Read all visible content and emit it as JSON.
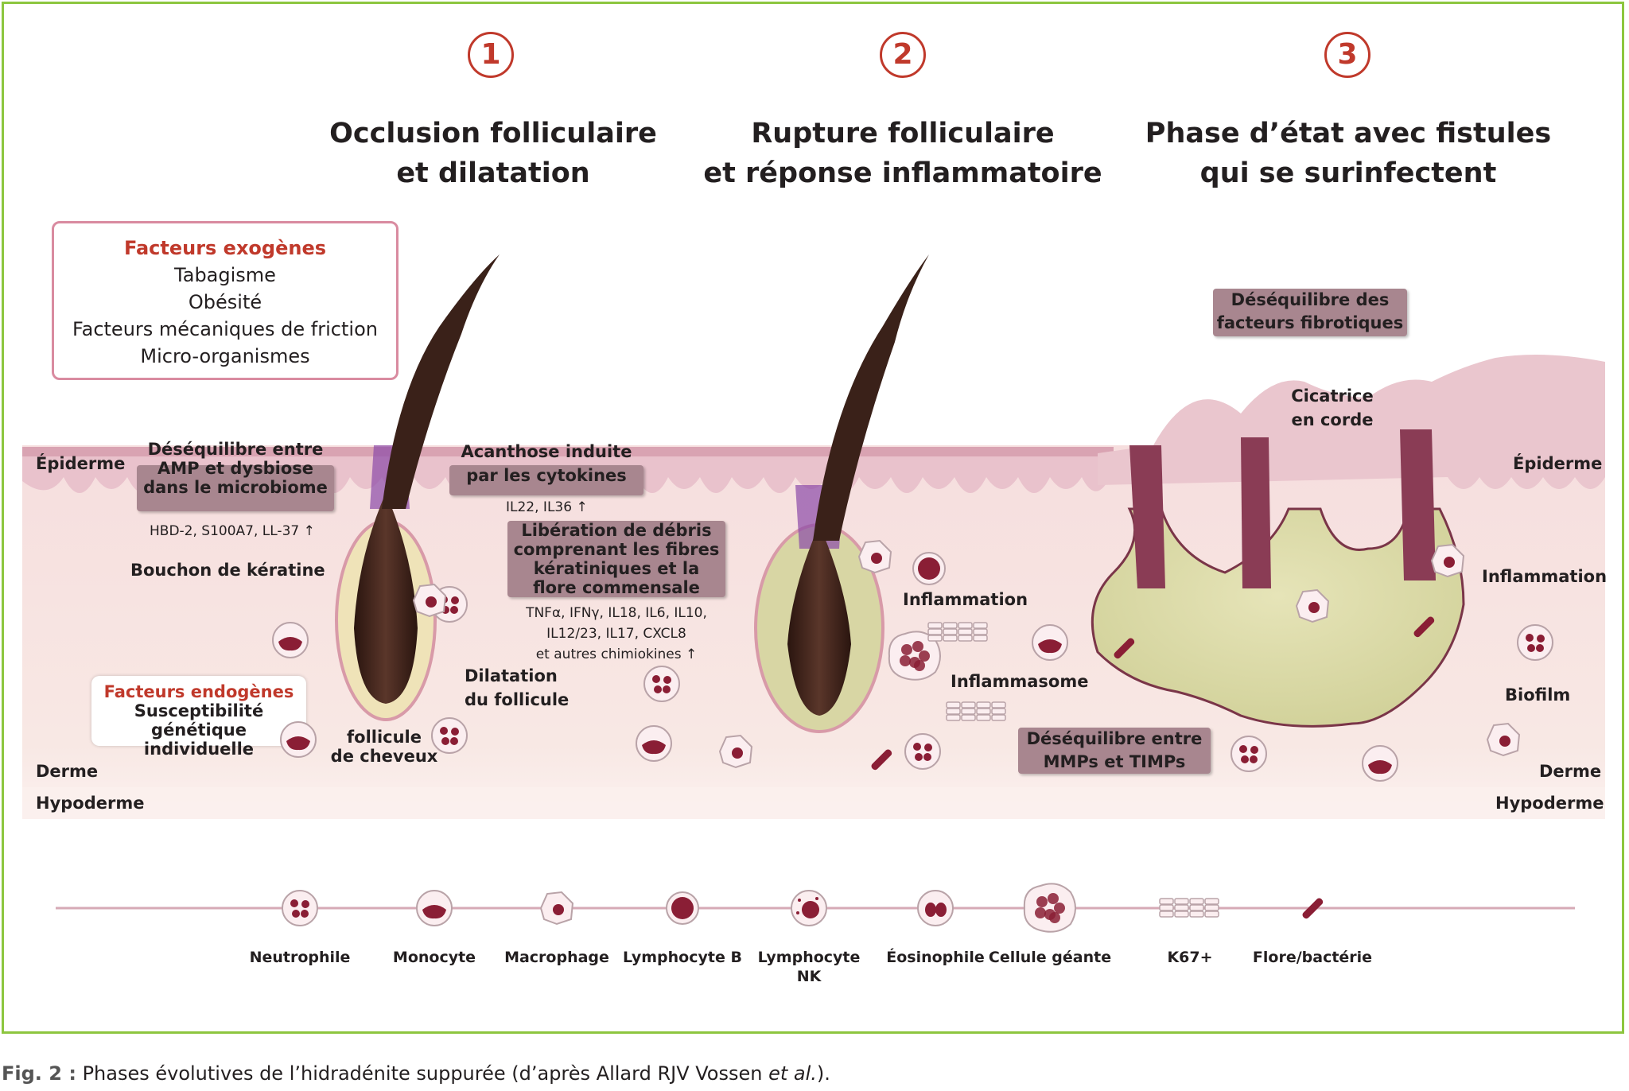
{
  "stages": [
    {
      "num": "1",
      "title_l1": "Occlusion folliculaire",
      "title_l2": "et dilatation"
    },
    {
      "num": "2",
      "title_l1": "Rupture folliculaire",
      "title_l2": "et réponse inflammatoire"
    },
    {
      "num": "3",
      "title_l1": "Phase d’état avec fistules",
      "title_l2": "qui se surinfectent"
    }
  ],
  "exogenous": {
    "heading": "Facteurs exogènes",
    "items": [
      "Tabagisme",
      "Obésité",
      "Facteurs mécaniques de friction",
      "Micro-organismes"
    ]
  },
  "endogenous": {
    "heading": "Facteurs endogènes",
    "line1": "Susceptibilité génétique",
    "line2": "individuelle"
  },
  "layers": {
    "epiderme_left": "Épiderme",
    "epiderme_right": "Épiderme",
    "derme_left": "Derme",
    "derme_right": "Derme",
    "hypoderme_left": "Hypoderme",
    "hypoderme_right": "Hypoderme"
  },
  "labels": {
    "amp_l1": "Déséquilibre entre",
    "amp_l2": "AMP et dysbiose",
    "amp_l3": "dans le microbiome",
    "hbd": "HBD-2, S100A7, LL-37 ↑",
    "bouchon": "Bouchon de kératine",
    "follicule_l1": "follicule",
    "follicule_l2": "de cheveux",
    "dilatation_l1": "Dilatation",
    "dilatation_l2": "du follicule",
    "acanthose_l1": "Acanthose induite",
    "acanthose_l2": "par les cytokines",
    "il22": "IL22, IL36 ↑",
    "liberation_l1": "Libération de débris",
    "liberation_l2": "comprenant les fibres",
    "liberation_l3": "kératiniques et la",
    "liberation_l4": "flore commensale",
    "tnf_l1": "TNFα, IFNγ, IL18, IL6, IL10,",
    "tnf_l2": "IL12/23, IL17, CXCL8",
    "tnf_l3": "et autres chimiokines ↑",
    "inflammation_mid": "Inflammation",
    "inflammasome": "Inflammasome",
    "mmp_l1": "Déséquilibre entre",
    "mmp_l2": "MMPs et TIMPs",
    "fibro_l1": "Déséquilibre des",
    "fibro_l2": "facteurs fibrotiques",
    "cicatrice_l1": "Cicatrice",
    "cicatrice_l2": "en corde",
    "inflammation_right": "Inflammation",
    "biofilm": "Biofilm"
  },
  "legend": [
    {
      "label_l1": "Neutrophile",
      "label_l2": ""
    },
    {
      "label_l1": "Monocyte",
      "label_l2": ""
    },
    {
      "label_l1": "Macrophage",
      "label_l2": ""
    },
    {
      "label_l1": "Lymphocyte B",
      "label_l2": ""
    },
    {
      "label_l1": "Lymphocyte",
      "label_l2": "NK"
    },
    {
      "label_l1": "Éosinophile",
      "label_l2": ""
    },
    {
      "label_l1": "Cellule géante",
      "label_l2": ""
    },
    {
      "label_l1": "K67+",
      "label_l2": ""
    },
    {
      "label_l1": "Flore/bactérie",
      "label_l2": ""
    }
  ],
  "caption": {
    "prefix": "Fig. 2 :",
    "text": " Phases évolutives de l’hidradénite suppurée (d’après Allard RJV Vossen ",
    "italic": "et al.",
    "suffix": ")."
  },
  "colors": {
    "frame": "#8dc63f",
    "accent_red": "#c0392b",
    "skin_pink": "#e7c3cc",
    "dermis": "#f5e4e3",
    "hair": "#3a2119",
    "pus": "#d8d6a4",
    "grey_box": "#a8868f"
  }
}
